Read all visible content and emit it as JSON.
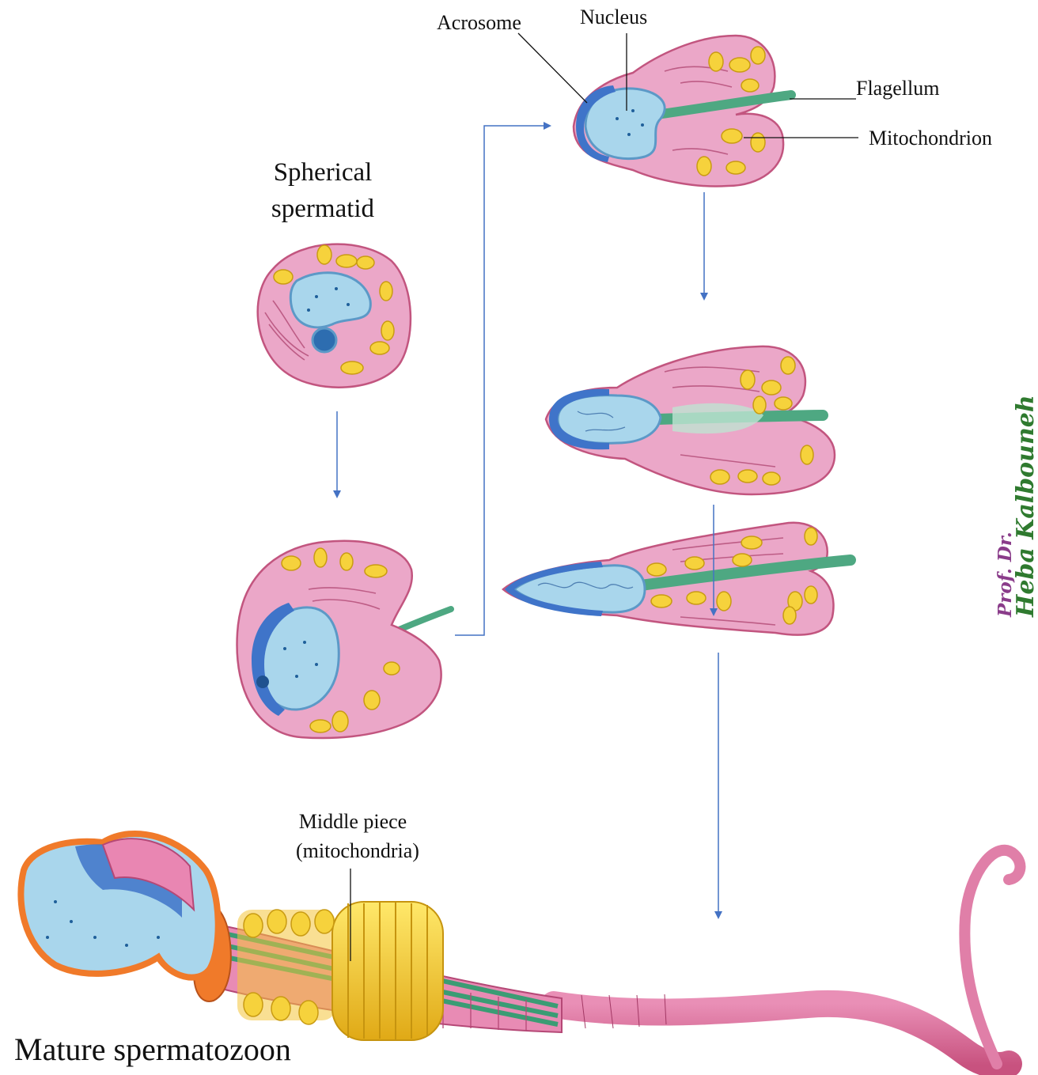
{
  "labels": {
    "acrosome": "Acrosome",
    "nucleus": "Nucleus",
    "flagellum": "Flagellum",
    "mitochondrion": "Mitochondrion",
    "spherical_line1": "Spherical",
    "spherical_line2": "spermatid",
    "middle_line1": "Middle piece",
    "middle_line2": "(mitochondria)",
    "mature": "Mature spermatozoon"
  },
  "signature": {
    "title": "Prof. Dr.",
    "name": "Heba Kalbouneh"
  },
  "colors": {
    "cytoplasm": "#eba7c8",
    "nucleus": "#a9d6ec",
    "acrosome": "#3f74c9",
    "mitochondria": "#f6d23c",
    "flagellum": "#4ea882",
    "arrows": "#4472c4"
  }
}
